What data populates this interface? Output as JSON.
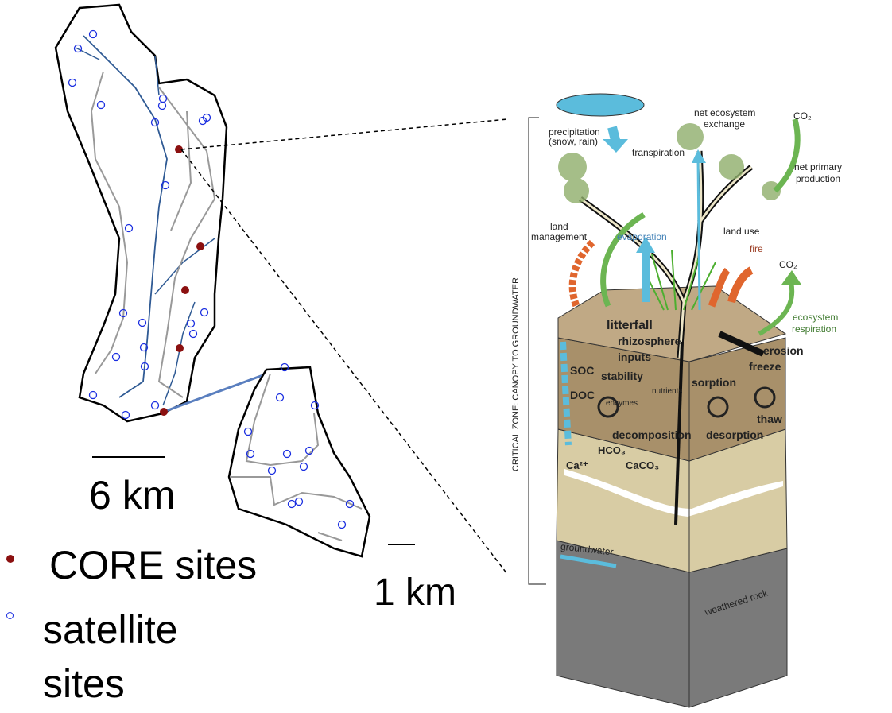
{
  "legend": {
    "core_label": "CORE sites",
    "satellite_label": "satellite sites",
    "core_color": "#8b1010",
    "satellite_color": "#1a2ee0"
  },
  "scales": {
    "large_map": "6 km",
    "small_map": "1 km"
  },
  "diagram": {
    "side_label": "CRITICAL ZONE: CANOPY TO GROUNDWATER",
    "labels": {
      "precipitation": "precipitation",
      "precipitation_sub": "(snow, rain)",
      "net_ecosystem": "net ecosystem",
      "exchange": "exchange",
      "co2_top": "CO₂",
      "transpiration": "transpiration",
      "net_primary": "net primary",
      "production": "production",
      "land": "land",
      "management": "management",
      "evaporation": "evaporation",
      "land_use": "land use",
      "fire": "fire",
      "co2_right": "CO₂",
      "ecosystem": "ecosystem",
      "respiration": "respiration",
      "litterfall": "litterfall",
      "rhizosphere": "rhizosphere",
      "inputs": "inputs",
      "erosion": "erosion",
      "soc": "SOC",
      "stability": "stability",
      "nutrients": "nutrients",
      "doc": "DOC",
      "enzymes": "enzymes",
      "sorption": "sorption",
      "freeze": "freeze",
      "thaw": "thaw",
      "decomposition": "decomposition",
      "desorption": "desorption",
      "hco3": "HCO₃",
      "ca": "Ca²⁺",
      "caco3": "CaCO₃",
      "groundwater": "groundwater",
      "weathered_rock": "weathered rock"
    },
    "colors": {
      "water": "#5bbcdc",
      "carbon": "#6cb552",
      "fire": "#e0662e",
      "topsoil": "#b39b78",
      "subsoil": "#d8ccA4",
      "rock": "#7a7a7a"
    }
  }
}
